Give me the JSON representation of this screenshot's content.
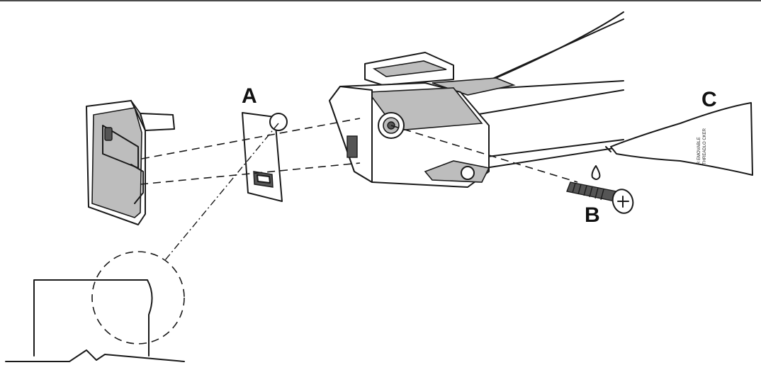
{
  "callouts": {
    "a": "A",
    "b": "B",
    "c": "C"
  },
  "tube_label": {
    "line1": "R EMOVABLE",
    "line2": "THREADLO CKER"
  },
  "colors": {
    "line": "#1a1a1a",
    "shade": "#bdbdbd",
    "frame": "#4a4a4a"
  }
}
